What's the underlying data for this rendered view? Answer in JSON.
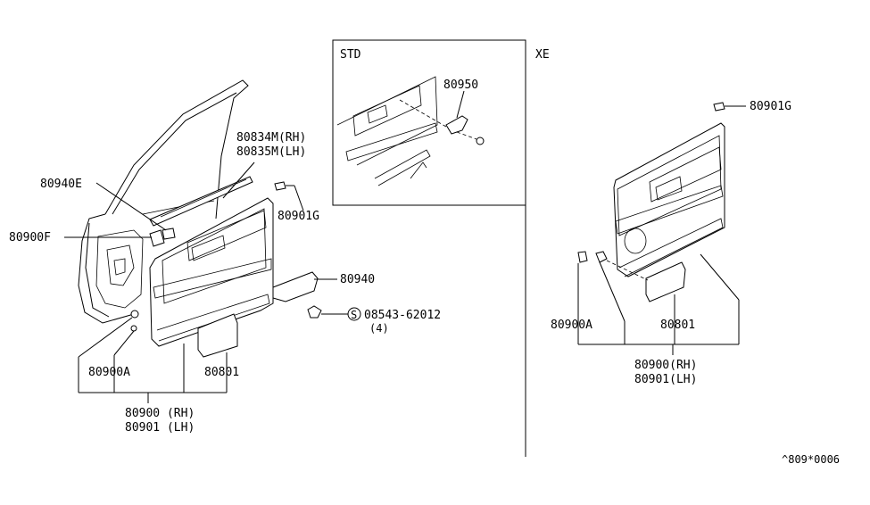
{
  "sections": {
    "std_label": "STD",
    "xe_label": "XE"
  },
  "callouts": {
    "left": {
      "p80834m": "80834M(RH)",
      "p80835m": "80835M(LH)",
      "p80940e": "80940E",
      "p80901g": "80901G",
      "p80900f": "80900F",
      "p80940": "80940",
      "screw": "08543-62012",
      "screw_qty": "(4)",
      "screw_symbol": "S",
      "p80900a": "80900A",
      "p80801": "80801",
      "p80900": "80900 (RH)",
      "p80901": "80901 (LH)"
    },
    "std": {
      "p80950": "80950"
    },
    "xe": {
      "p80901g": "80901G",
      "p80900a": "80900A",
      "p80801": "80801",
      "p80900": "80900(RH)",
      "p80901": "80901(LH)"
    }
  },
  "diagram_code": "^809*0006"
}
